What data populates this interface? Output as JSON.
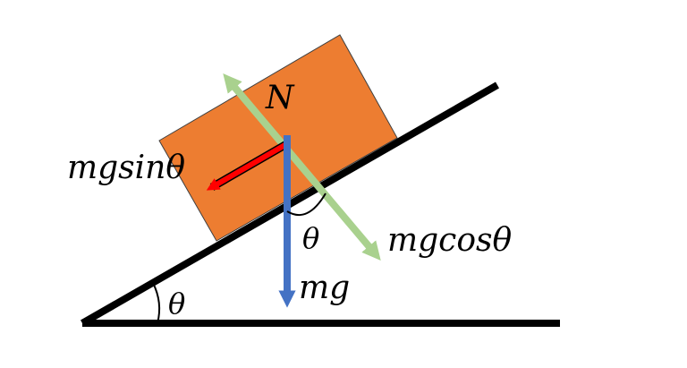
{
  "labels": {
    "normal": "N",
    "parallel": "mgsinθ",
    "perpendicular": "mgcosθ",
    "weight": "mg",
    "angle_incline": "θ",
    "angle_force": "θ"
  },
  "colors": {
    "background": "#ffffff",
    "incline": "#000000",
    "block_fill": "#ed7d31",
    "block_stroke": "#404040",
    "normal_arrow": "#a9d18e",
    "parallel_arrow": "#ff0000",
    "weight_arrow": "#4472c4",
    "angle_arc": "#000000",
    "text": "#000000"
  }
}
